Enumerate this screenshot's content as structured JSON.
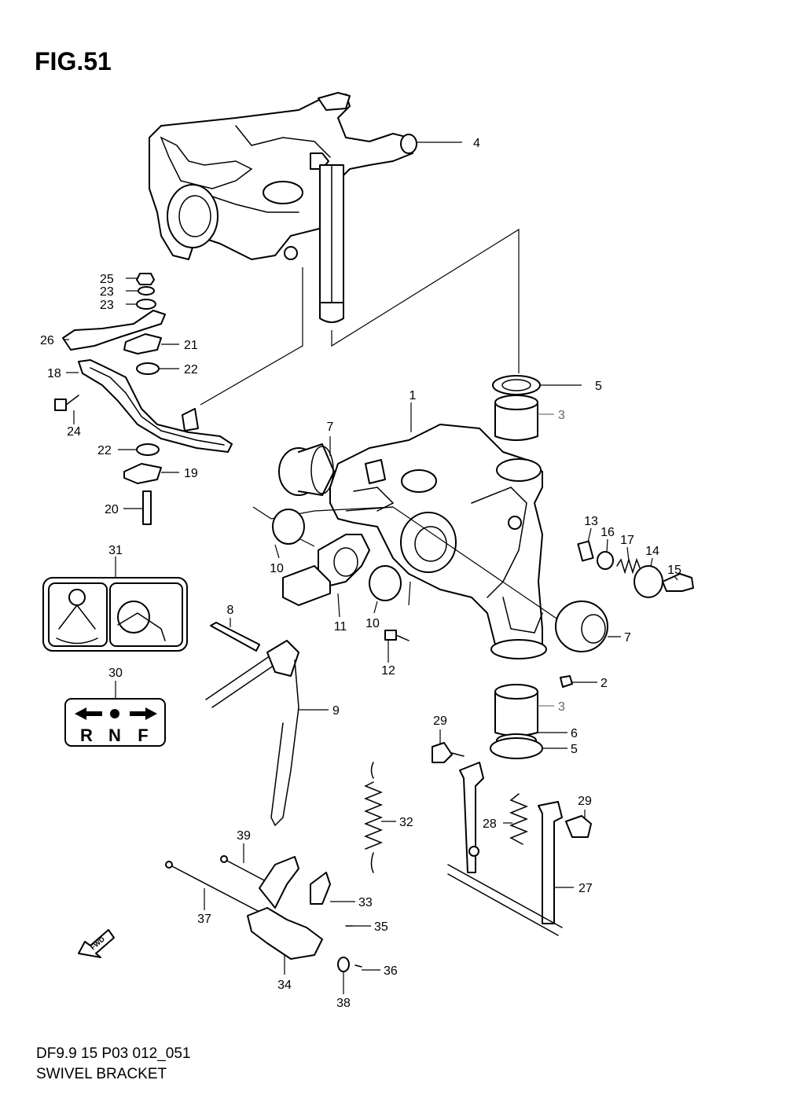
{
  "figure": {
    "title": "FIG.51",
    "model_code": "DF9.9 15 P03 012_051",
    "caption": "SWIVEL BRACKET"
  },
  "callouts": [
    {
      "id": "c1",
      "text": "1"
    },
    {
      "id": "c2",
      "text": "2"
    },
    {
      "id": "c3a",
      "text": "3"
    },
    {
      "id": "c3b",
      "text": "3"
    },
    {
      "id": "c4",
      "text": "4"
    },
    {
      "id": "c5a",
      "text": "5"
    },
    {
      "id": "c5b",
      "text": "5"
    },
    {
      "id": "c6",
      "text": "6"
    },
    {
      "id": "c7a",
      "text": "7"
    },
    {
      "id": "c7b",
      "text": "7"
    },
    {
      "id": "c8",
      "text": "8"
    },
    {
      "id": "c9",
      "text": "9"
    },
    {
      "id": "c10a",
      "text": "10"
    },
    {
      "id": "c10b",
      "text": "10"
    },
    {
      "id": "c11",
      "text": "11"
    },
    {
      "id": "c12",
      "text": "12"
    },
    {
      "id": "c13",
      "text": "13"
    },
    {
      "id": "c14",
      "text": "14"
    },
    {
      "id": "c15",
      "text": "15"
    },
    {
      "id": "c16",
      "text": "16"
    },
    {
      "id": "c17",
      "text": "17"
    },
    {
      "id": "c18",
      "text": "18"
    },
    {
      "id": "c19",
      "text": "19"
    },
    {
      "id": "c20",
      "text": "20"
    },
    {
      "id": "c21",
      "text": "21"
    },
    {
      "id": "c22a",
      "text": "22"
    },
    {
      "id": "c22b",
      "text": "22"
    },
    {
      "id": "c23a",
      "text": "23"
    },
    {
      "id": "c23b",
      "text": "23"
    },
    {
      "id": "c24",
      "text": "24"
    },
    {
      "id": "c25",
      "text": "25"
    },
    {
      "id": "c26",
      "text": "26"
    },
    {
      "id": "c27",
      "text": "27"
    },
    {
      "id": "c28",
      "text": "28"
    },
    {
      "id": "c29a",
      "text": "29"
    },
    {
      "id": "c29b",
      "text": "29"
    },
    {
      "id": "c30",
      "text": "30"
    },
    {
      "id": "c31",
      "text": "31"
    },
    {
      "id": "c32",
      "text": "32"
    },
    {
      "id": "c33",
      "text": "33"
    },
    {
      "id": "c34",
      "text": "34"
    },
    {
      "id": "c35",
      "text": "35"
    },
    {
      "id": "c36",
      "text": "36"
    },
    {
      "id": "c37",
      "text": "37"
    },
    {
      "id": "c38",
      "text": "38"
    },
    {
      "id": "c39",
      "text": "39"
    }
  ],
  "decal_30": {
    "letters": [
      "R",
      "N",
      "F"
    ]
  },
  "fwd_arrow": {
    "text": "FWD"
  },
  "colors": {
    "ink": "#000000",
    "paper": "#ffffff",
    "secondary_label": "#666666"
  }
}
